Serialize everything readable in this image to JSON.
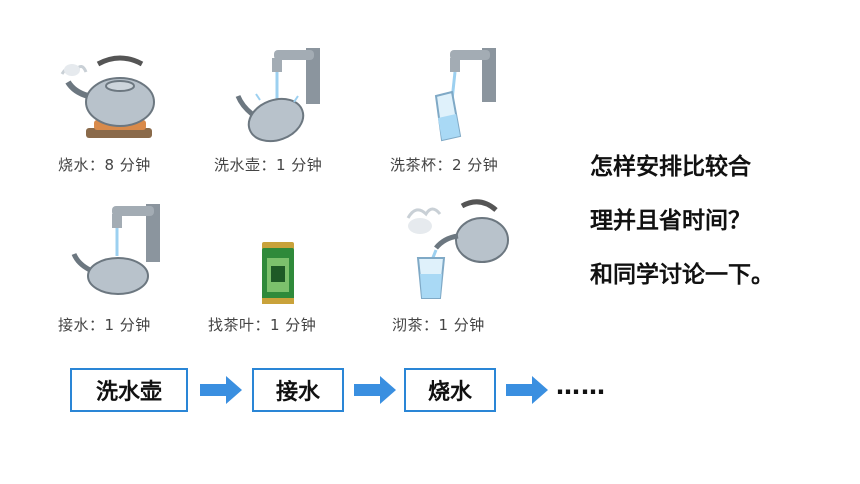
{
  "tasks": [
    {
      "label": "烧水：8 分钟",
      "icon": "kettle-on-stove-icon"
    },
    {
      "label": "洗水壶：1 分钟",
      "icon": "washing-kettle-icon"
    },
    {
      "label": "洗茶杯：2 分钟",
      "icon": "washing-cup-icon"
    },
    {
      "label": "接水：1 分钟",
      "icon": "filling-kettle-icon"
    },
    {
      "label": "找茶叶：1 分钟",
      "icon": "tea-canister-icon"
    },
    {
      "label": "沏茶：1 分钟",
      "icon": "pouring-tea-icon"
    }
  ],
  "question": {
    "lines": [
      "怎样安排比较合",
      "理并且省时间？",
      "和同学讨论一下。"
    ]
  },
  "flow": {
    "steps": [
      "洗水壶",
      "接水",
      "烧水"
    ],
    "ellipsis": "……"
  },
  "colors": {
    "accent": "#2a86d6",
    "arrow": "#3a8fe0",
    "metal": "#9aa4ae"
  }
}
